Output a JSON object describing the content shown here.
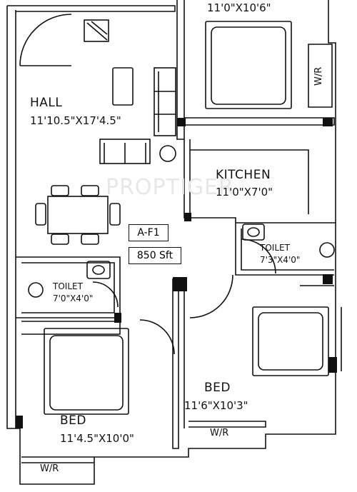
{
  "watermark": "PROPTIGER",
  "unit_label": "A-F1",
  "area_label": "850 Sft",
  "rooms": {
    "top_bed_dim": "11'0\"X10'6\"",
    "hall": "HALL",
    "hall_dim": "11'10.5\"X17'4.5\"",
    "kitchen": "KITCHEN",
    "kitchen_dim": "11'0\"X7'0\"",
    "toilet_left": "TOILET",
    "toilet_left_dim": "7'0\"X4'0\"",
    "toilet_right": "TOILET",
    "toilet_right_dim": "7'3\"X4'0\"",
    "bed_left": "BED",
    "bed_left_dim": "11'4.5\"X10'0\"",
    "bed_right": "BED",
    "bed_right_dim": "11'6\"X10'3\""
  },
  "wardrobes": {
    "top": "W/R",
    "bottom_right": "W/R",
    "bottom_left": "W/R"
  },
  "colors": {
    "ink": "#111111",
    "paper": "#ffffff",
    "watermark": "#e7e7e7"
  }
}
